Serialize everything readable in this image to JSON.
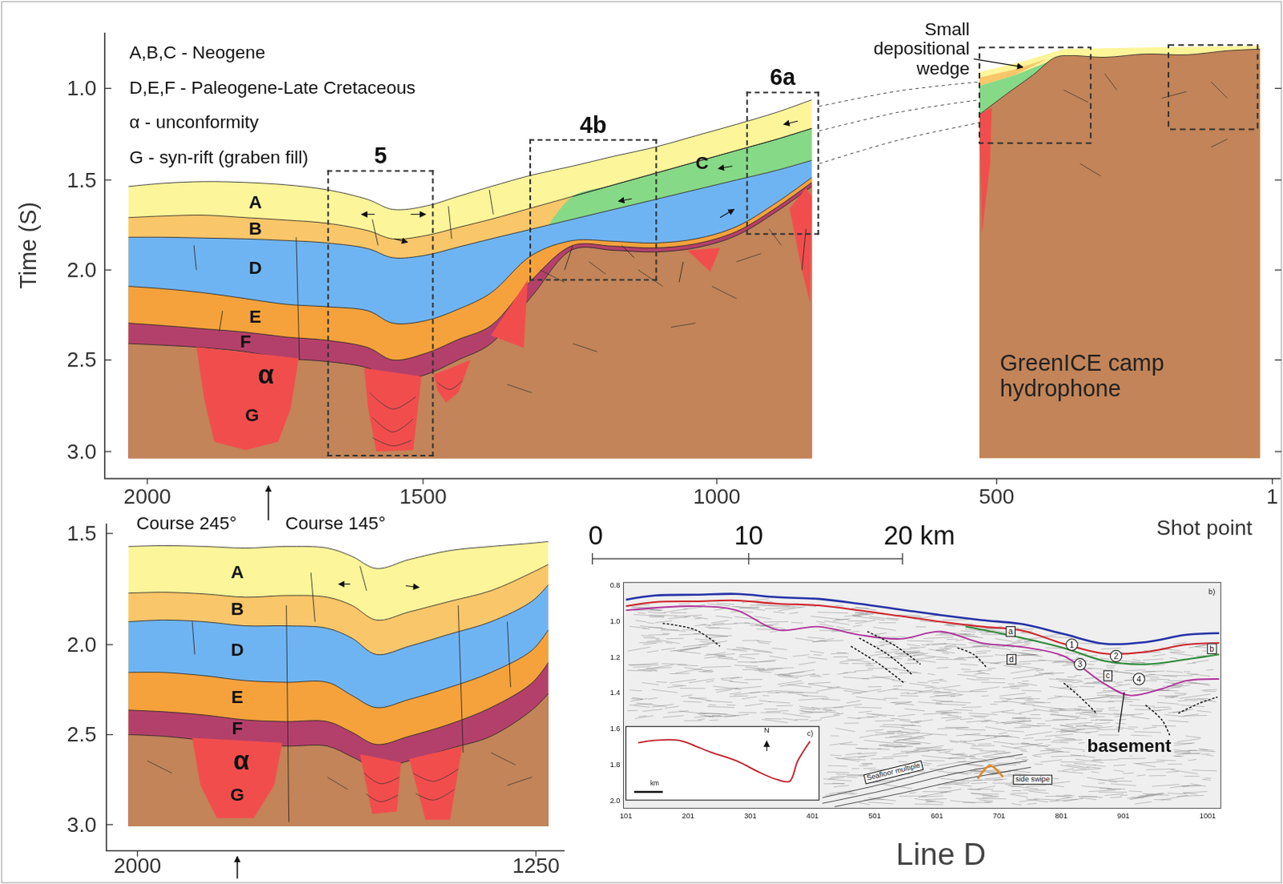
{
  "diagram": {
    "nodes": [
      {
        "text": [
          "5"
        ]
      },
      {
        "text": [
          "4b"
        ]
      },
      {
        "text": [
          "6a"
        ]
      }
    ],
    "labels": [
      "A,B,C - Neogene",
      "D,E,F - Paleogene-Late Cretaceous",
      "α - unconformity",
      "G - syn-rift (graben fill)",
      "Time (S)",
      "1.0",
      "1.5",
      "2.0",
      "2.5",
      "3.0",
      "2000",
      "1500",
      "1000",
      "500",
      "1",
      "Shot point",
      "Course 245°",
      "Course 145°",
      "Small depositional wedge",
      "GreenICE camp hydrophone",
      "A",
      "B",
      "C",
      "D",
      "E",
      "F",
      "α",
      "G",
      "0",
      "10",
      "20 km",
      "1.5",
      "2.0",
      "2.5",
      "3.0",
      "2000",
      "1250",
      "A",
      "B",
      "D",
      "E",
      "F",
      "α",
      "G",
      "b)",
      "0.8",
      "1.0",
      "1.2",
      "1.4",
      "1.6",
      "1.8",
      "2.0",
      "101",
      "201",
      "301",
      "401",
      "501",
      "601",
      "701",
      "801",
      "901",
      "1001",
      "a",
      "b",
      "c",
      "d",
      "1",
      "2",
      "3",
      "4",
      "basement",
      "Seafloor multiple",
      "side swipe",
      "c)",
      "N",
      "km",
      "Line D"
    ]
  }
}
